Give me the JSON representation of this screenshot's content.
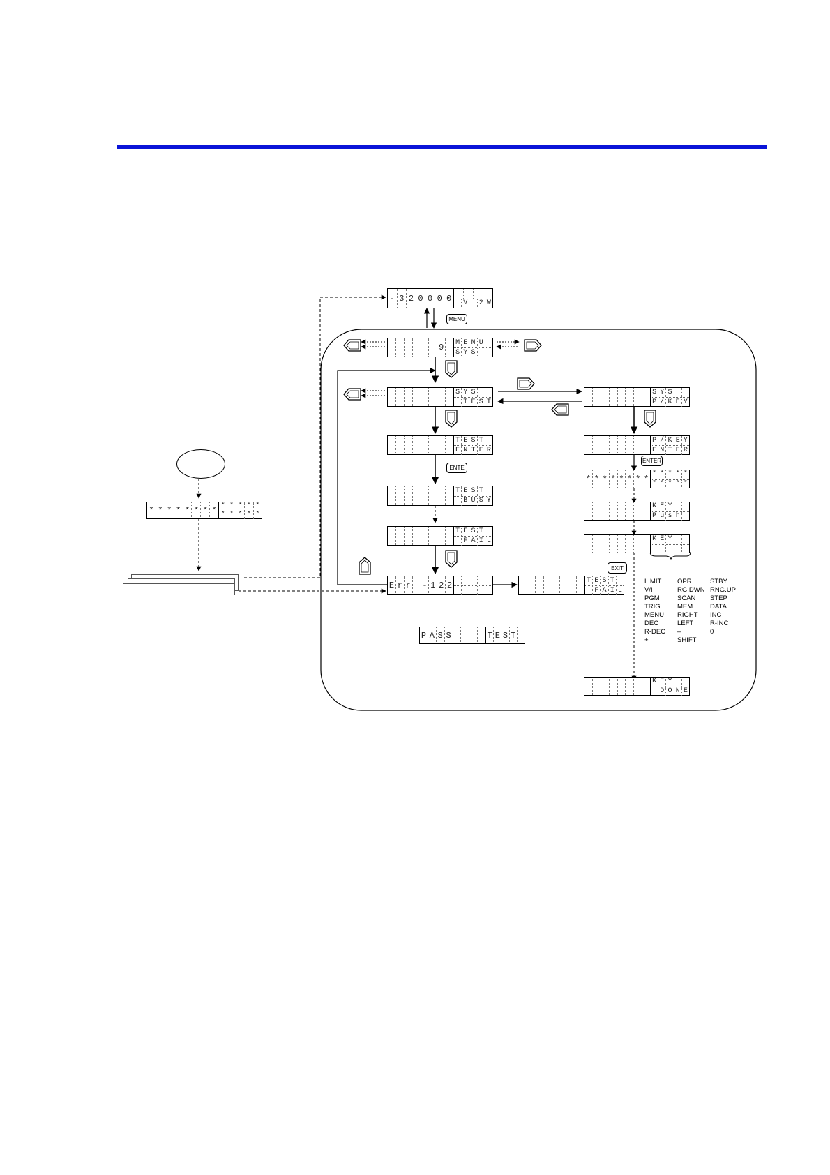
{
  "colors": {
    "header_rule": "#0a14d8"
  },
  "keys": {
    "menu": "MENU",
    "enter_short": "ENTE",
    "enter": "ENTER",
    "exit": "EXIT"
  },
  "icons": [
    "left-key-icon",
    "right-key-icon",
    "down-key-icon",
    "up-key-icon",
    "start-oval",
    "paper-stack"
  ],
  "displays": {
    "top": [
      [
        "-",
        "3",
        "2",
        "0",
        "0",
        "0",
        "0"
      ],
      [
        "",
        "",
        "",
        ""
      ],
      [
        "",
        "V",
        "",
        "2",
        "W"
      ]
    ],
    "menu_sys": [
      [
        "",
        "",
        "",
        "",
        "",
        "",
        "9",
        ""
      ],
      [
        "M",
        "E",
        "N",
        "U",
        ""
      ],
      [
        "S",
        "Y",
        "S",
        "",
        ""
      ]
    ],
    "sys_test": [
      [
        "",
        "",
        "",
        "",
        "",
        "",
        "",
        ""
      ],
      [
        "S",
        "Y",
        "S",
        "",
        ""
      ],
      [
        "",
        "T",
        "E",
        "S",
        "T"
      ]
    ],
    "test_enter": [
      [
        "",
        "",
        "",
        "",
        "",
        "",
        "",
        ""
      ],
      [
        "T",
        "E",
        "S",
        "T",
        ""
      ],
      [
        "E",
        "N",
        "T",
        "E",
        "R"
      ]
    ],
    "test_busy": [
      [
        "",
        "",
        "",
        "",
        "",
        "",
        "",
        ""
      ],
      [
        "T",
        "E",
        "S",
        "T",
        ""
      ],
      [
        "",
        "B",
        "U",
        "S",
        "Y"
      ]
    ],
    "test_fail": [
      [
        "",
        "",
        "",
        "",
        "",
        "",
        "",
        ""
      ],
      [
        "T",
        "E",
        "S",
        "T",
        ""
      ],
      [
        "",
        "F",
        "A",
        "I",
        "L"
      ]
    ],
    "err": [
      [
        "E",
        "r",
        "r",
        "",
        "-",
        "1",
        "2",
        "2"
      ],
      [
        "",
        "",
        "",
        "",
        ""
      ],
      [
        "",
        "",
        "",
        "",
        ""
      ]
    ],
    "test_fail_right": [
      [
        "",
        "",
        "",
        "",
        "",
        "",
        "",
        ""
      ],
      [
        "T",
        "E",
        "S",
        "T",
        ""
      ],
      [
        "",
        "F",
        "A",
        "I",
        "L"
      ]
    ],
    "pass_test": [
      [
        "P",
        "A",
        "S",
        "S",
        "",
        "",
        "",
        ""
      ],
      [
        "T",
        "E",
        "S",
        "T",
        ""
      ],
      [
        "",
        "",
        "",
        "",
        ""
      ]
    ],
    "sys_pkey": [
      [
        "",
        "",
        "",
        "",
        "",
        "",
        "",
        ""
      ],
      [
        "S",
        "Y",
        "S",
        "",
        ""
      ],
      [
        "P",
        "/",
        "K",
        "E",
        "Y"
      ]
    ],
    "pkey_enter": [
      [
        "",
        "",
        "",
        "",
        "",
        "",
        "",
        ""
      ],
      [
        "P",
        "/",
        "K",
        "E",
        "Y"
      ],
      [
        "E",
        "N",
        "T",
        "E",
        "R"
      ]
    ],
    "stars_right": [
      [
        "*",
        "*",
        "*",
        "*",
        "*",
        "*",
        "*",
        "*"
      ],
      [
        "*",
        "*",
        "*",
        "*",
        "*"
      ],
      [
        "*",
        "*",
        "*",
        "*",
        "*"
      ]
    ],
    "key_push": [
      [
        "",
        "",
        "",
        "",
        "",
        "",
        "",
        ""
      ],
      [
        "K",
        "E",
        "Y",
        "",
        ""
      ],
      [
        "P",
        "u",
        "s",
        "h",
        ""
      ]
    ],
    "key_blank": [
      [
        "",
        "",
        "",
        "",
        "",
        "",
        "",
        ""
      ],
      [
        "K",
        "E",
        "Y",
        "",
        ""
      ],
      [
        "",
        "",
        "",
        "",
        ""
      ]
    ],
    "key_done": [
      [
        "",
        "",
        "",
        "",
        "",
        "",
        "",
        ""
      ],
      [
        "K",
        "E",
        "Y",
        "",
        ""
      ],
      [
        "",
        "D",
        "O",
        "N",
        "E"
      ]
    ],
    "stars_left": [
      [
        "*",
        "*",
        "*",
        "*",
        "*",
        "*",
        "*",
        "*"
      ],
      [
        "*",
        "*",
        "*",
        "*",
        "*"
      ],
      [
        "*",
        "*",
        "*",
        "*",
        "*"
      ]
    ]
  },
  "key_list": [
    "LIMIT",
    "OPR",
    "STBY",
    "V/I",
    "RG.DWN",
    "RNG.UP",
    "PGM",
    "SCAN",
    "STEP",
    "TRIG",
    "MEM",
    "DATA",
    "MENU",
    "RIGHT",
    "INC",
    "DEC",
    "LEFT",
    "R-INC",
    "R-DEC",
    "–",
    "0",
    "+",
    "SHIFT",
    ""
  ]
}
